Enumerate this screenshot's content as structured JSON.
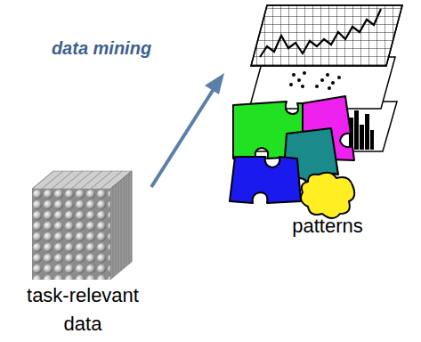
{
  "diagram": {
    "labels": [
      "data mining",
      "patterns",
      "task-relevant data"
    ]
  }
}
